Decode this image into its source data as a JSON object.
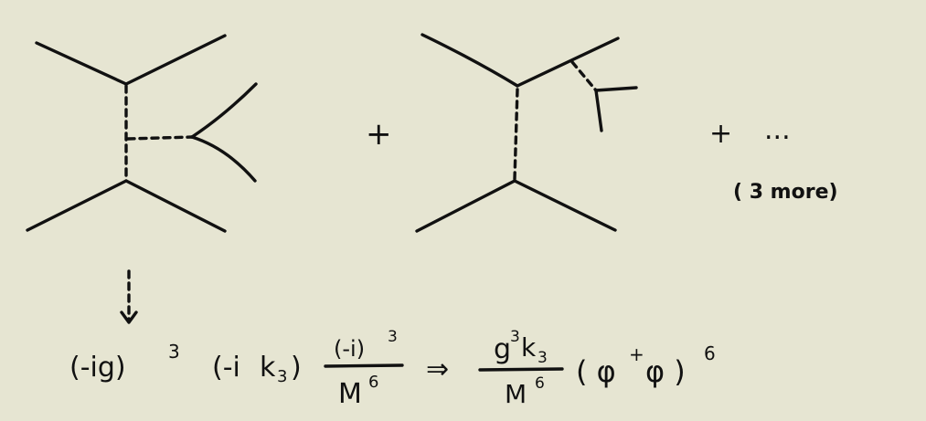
{
  "diagrams": {
    "plus_1": "+",
    "plus_2": "+",
    "ellipsis": "...",
    "more_note": "( 3 more)"
  },
  "formula": {
    "factor_1": "(-ig)",
    "factor_1_exp": "3",
    "factor_2": "(-i",
    "factor_2_k": "k",
    "factor_2_sub": "3",
    "factor_2_close": ")",
    "prop_num": "(-i)",
    "prop_num_exp": "3",
    "prop_den": "M",
    "prop_den_exp": "6",
    "implies": "⇒",
    "result_num_g": "g",
    "result_num_g_exp": "3",
    "result_num_k": "k",
    "result_num_k_sub": "3",
    "result_den": "M",
    "result_den_exp": "6",
    "result_field": "( φ",
    "result_dagger": "+",
    "result_field_2": "φ )",
    "result_exp": "6"
  }
}
